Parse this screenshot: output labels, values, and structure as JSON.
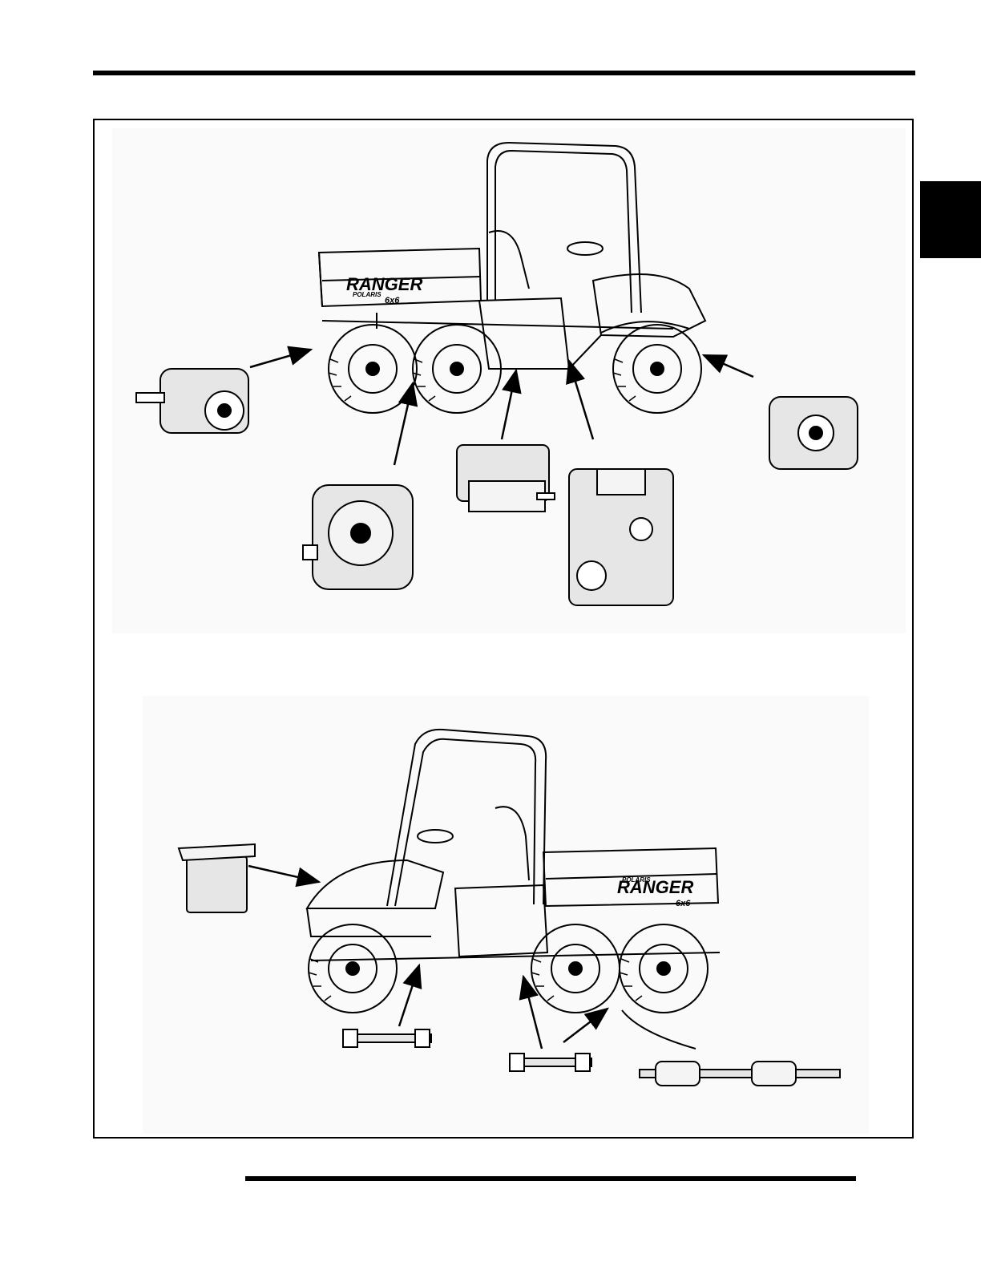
{
  "figure_top": {
    "decal_brand": "POLARIS",
    "decal_model": "RANGER",
    "decal_variant": "6x6"
  },
  "figure_bottom": {
    "decal_brand": "POLARIS",
    "decal_model": "RANGER",
    "decal_variant": "6x6"
  },
  "colors": {
    "ink": "#000000",
    "paper": "#ffffff",
    "panel_tint": "#fafafa"
  }
}
